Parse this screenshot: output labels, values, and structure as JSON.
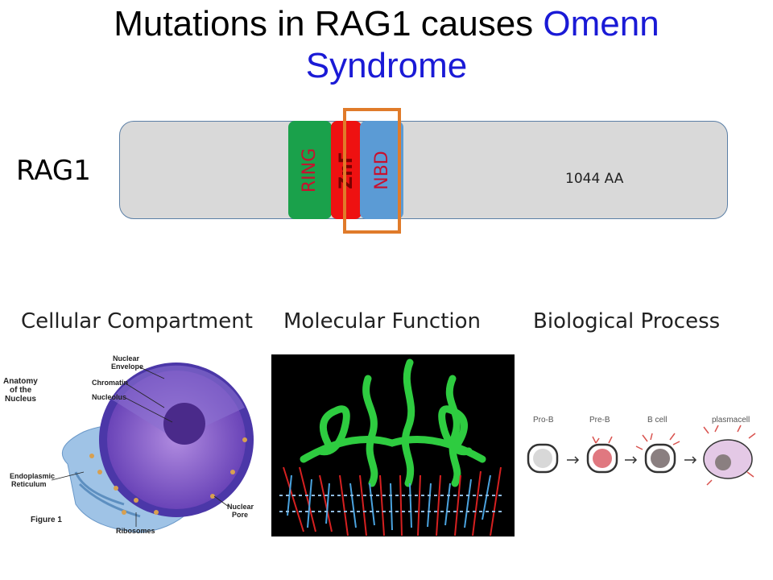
{
  "title": {
    "line1": "Mutations in RAG1 causes",
    "highlight1": "Omenn",
    "highlight2": "Syndrome"
  },
  "protein": {
    "name": "RAG1",
    "length": "1044 AA",
    "domains": [
      {
        "name": "RING",
        "color": "#1aa14b"
      },
      {
        "name": "ZnF",
        "color": "#ee1111"
      },
      {
        "name": "NBD",
        "color": "#5b9bd5"
      }
    ],
    "highlight_color": "#e07b2a"
  },
  "categories": [
    "Cellular Compartment",
    "Molecular Function",
    "Biological Process"
  ],
  "nucleus_figure": {
    "heading": [
      "Anatomy",
      "of the",
      "Nucleus"
    ],
    "labels": [
      "Nuclear",
      "Envelope",
      "Chromatin",
      "Nucleolus",
      "Endoplasmic",
      "Reticulum",
      "Nuclear",
      "Pore",
      "Ribosomes"
    ],
    "caption": "Figure 1"
  },
  "cell_stages": [
    "Pro-B",
    "Pre-B",
    "B cell",
    "plasmacell"
  ]
}
